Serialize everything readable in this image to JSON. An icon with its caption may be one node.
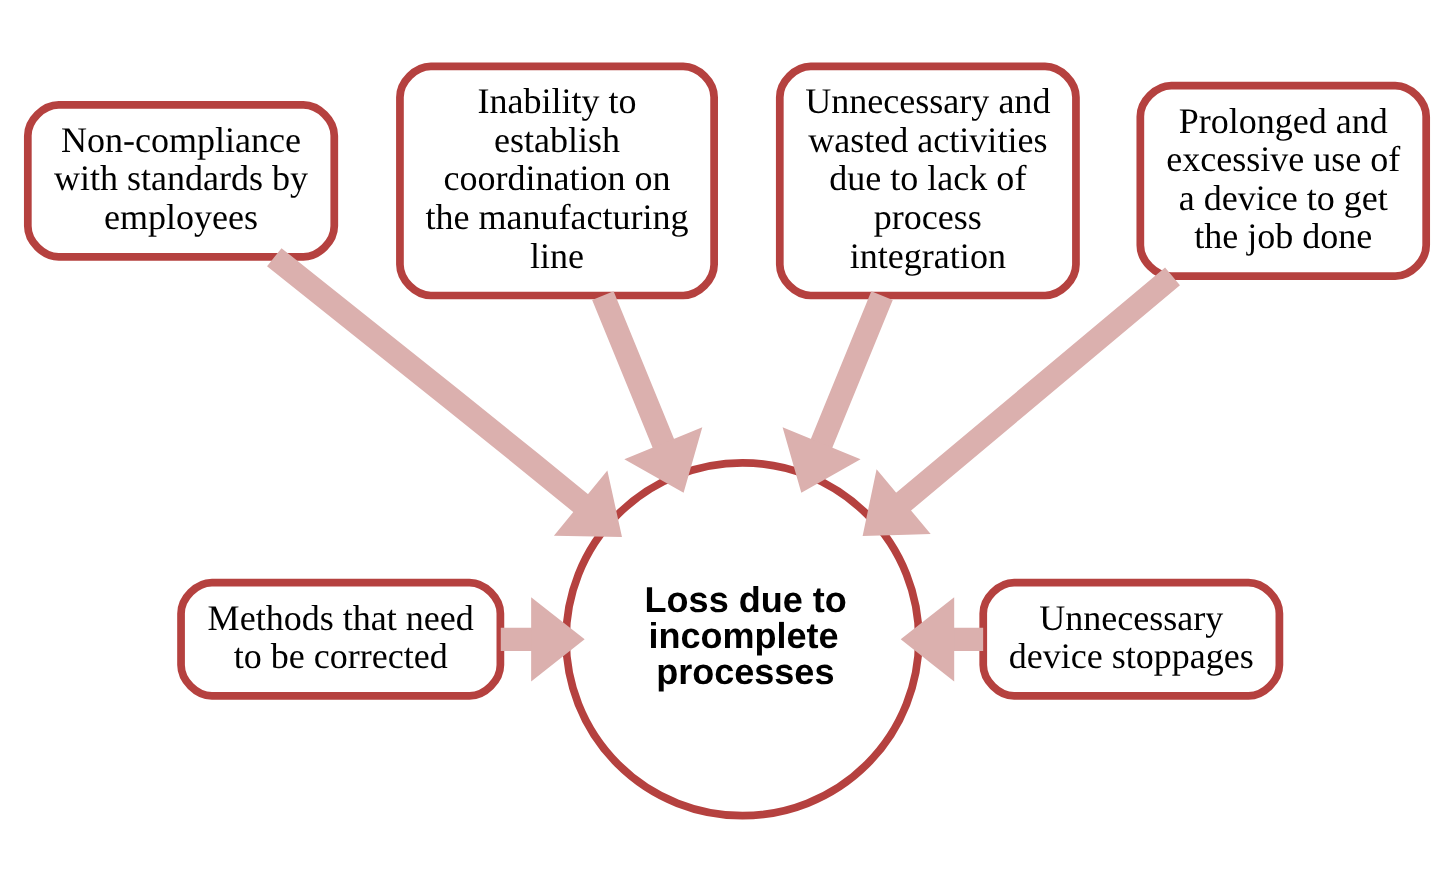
{
  "diagram": {
    "nodes": [
      {
        "text": [
          "Inability to establish coordination on the manufacturing line"
        ]
      },
      {
        "text": [
          "Unnecessary and wasted activities due to lack of process integration"
        ]
      },
      {
        "text": [
          "Non-compliance with standards by employees"
        ]
      },
      {
        "text": [
          "Prolonged and excessive use of a device to get the job done"
        ]
      },
      {
        "text": [
          "Methods that need to be corrected"
        ]
      },
      {
        "text": [
          "Loss due to incomplete processes"
        ]
      },
      {
        "text": [
          "Unnecessary device stoppages"
        ]
      }
    ],
    "edges": [
      {
        "from": 0,
        "to": 5,
        "arrow": "to"
      },
      {
        "from": 1,
        "to": 5,
        "arrow": "to"
      },
      {
        "from": 2,
        "to": 5,
        "arrow": "to"
      },
      {
        "from": 3,
        "to": 5,
        "arrow": "to"
      },
      {
        "from": 4,
        "to": 5,
        "arrow": "to"
      },
      {
        "from": 6,
        "to": 5,
        "arrow": "to"
      }
    ]
  }
}
